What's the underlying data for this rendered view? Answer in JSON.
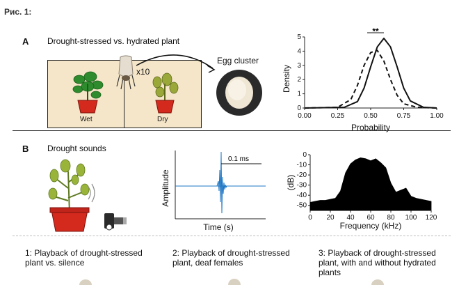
{
  "figure": {
    "caption": "Рис. 1:"
  },
  "panel_a": {
    "letter": "A",
    "title": "Drought-stressed vs. hydrated plant",
    "multiplier": "x10",
    "egg_label": "Egg cluster",
    "wet_label": "Wet",
    "dry_label": "Dry",
    "significance": "**"
  },
  "panel_b": {
    "letter": "B",
    "title": "Drought sounds",
    "waveform": {
      "scale_label": "0.1 ms",
      "xlabel": "Time (s)",
      "ylabel": "Amplitude"
    },
    "spectrum_xlabel": "Frequency (kHz)",
    "spectrum_ylabel": "(dB)"
  },
  "experiments": [
    {
      "line1": "1: Playback of drought-stressed",
      "line2": "plant vs. silence",
      "line3": ""
    },
    {
      "line1": "2: Playback of drought-stressed",
      "line2": "plant, deaf females",
      "line3": ""
    },
    {
      "line1": "3: Playback of drought-stressed",
      "line2": "plant, with and without hydrated",
      "line3": "plants"
    }
  ],
  "colors": {
    "wet_plant": "#2e8b2e",
    "dry_plant": "#9aa83a",
    "pot": "#d42a1e",
    "waveform": "#1f77c4",
    "spectrum_fill": "#000000",
    "box_fill": "#f5e6c9"
  },
  "chart_data": [
    {
      "type": "line",
      "xlabel": "Probability",
      "ylabel": "Density",
      "xlim": [
        0.0,
        1.0
      ],
      "ylim": [
        0,
        5
      ],
      "xticks": [
        "0.00",
        "0.25",
        "0.50",
        "0.75",
        "1.00"
      ],
      "yticks": [
        "0",
        "1",
        "2",
        "3",
        "4",
        "5"
      ],
      "annotation": "**",
      "series": [
        {
          "style": "solid",
          "x": [
            0.0,
            0.3,
            0.4,
            0.45,
            0.5,
            0.55,
            0.6,
            0.65,
            0.7,
            0.75,
            0.8,
            0.9,
            1.0
          ],
          "y": [
            0.0,
            0.05,
            0.45,
            1.4,
            2.9,
            4.3,
            4.9,
            4.3,
            2.9,
            1.4,
            0.5,
            0.05,
            0.0
          ]
        },
        {
          "style": "dashed",
          "x": [
            0.0,
            0.25,
            0.35,
            0.4,
            0.45,
            0.5,
            0.55,
            0.6,
            0.65,
            0.7,
            0.75,
            0.85,
            1.0
          ],
          "y": [
            0.0,
            0.05,
            0.6,
            1.6,
            3.0,
            3.9,
            4.05,
            3.3,
            2.0,
            0.9,
            0.3,
            0.05,
            0.0
          ]
        }
      ]
    },
    {
      "type": "area",
      "xlabel": "Frequency (kHz)",
      "ylabel": "(dB)",
      "xlim": [
        0,
        120
      ],
      "ylim": [
        -55,
        0
      ],
      "xticks": [
        "0",
        "20",
        "40",
        "60",
        "80",
        "100",
        "120"
      ],
      "yticks": [
        "0",
        "-10",
        "-20",
        "-30",
        "-40",
        "-50"
      ],
      "series": [
        {
          "x": [
            0,
            5,
            10,
            15,
            20,
            25,
            30,
            35,
            40,
            45,
            50,
            55,
            60,
            65,
            70,
            75,
            80,
            85,
            90,
            95,
            100,
            105,
            110,
            115,
            120
          ],
          "y": [
            -47,
            -46,
            -45,
            -45,
            -44,
            -43,
            -36,
            -18,
            -9,
            -5,
            -3,
            -4,
            -6,
            -4,
            -8,
            -13,
            -28,
            -37,
            -35,
            -33,
            -41,
            -43,
            -44,
            -45,
            -46
          ]
        }
      ]
    }
  ]
}
